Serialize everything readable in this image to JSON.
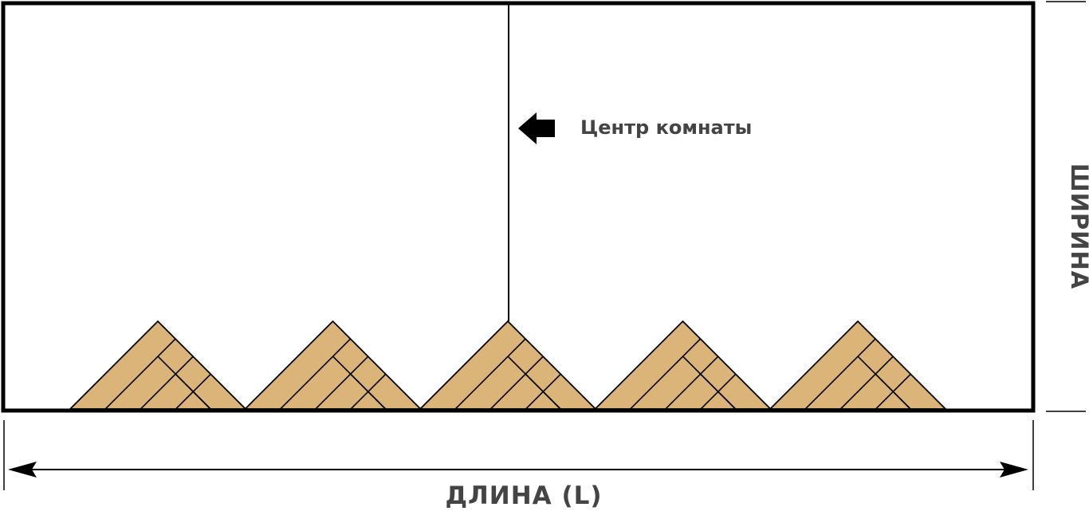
{
  "labels": {
    "room_center": "Центр комнаты",
    "length": "ДЛИНА (L)",
    "width": "ШИРИНА"
  },
  "colors": {
    "plank_fill": "#dbb47a",
    "outline": "#000000",
    "text": "#444444"
  },
  "icons": {
    "center_pointer": "arrow-left-icon",
    "length_dimension": "double-arrow-icon"
  },
  "parquet": {
    "pattern": "herringbone",
    "triangle_count": 5
  }
}
